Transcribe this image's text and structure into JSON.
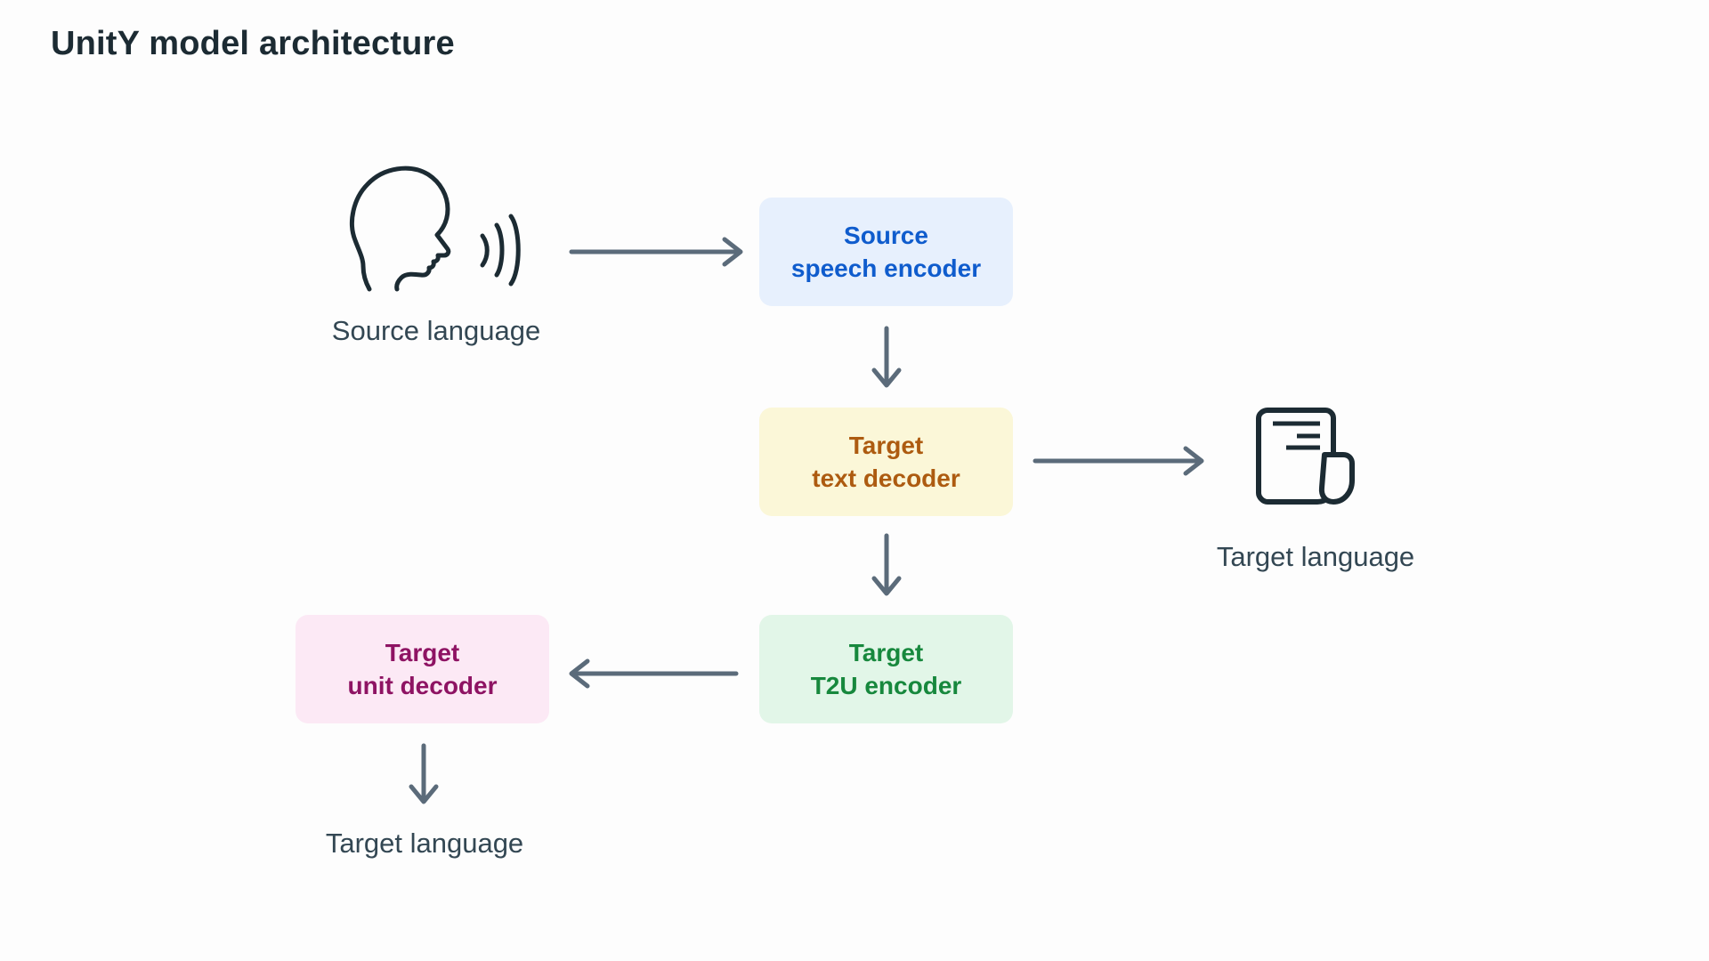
{
  "title": "UnitY model architecture",
  "page": {
    "background": "#fdfdfd",
    "title_color": "#1c2b33",
    "label_color": "#334753",
    "arrow_color": "#5b6b7a",
    "icon_color": "#1c2b33"
  },
  "nodes": {
    "source_language": {
      "label": "Source language",
      "icon": "speaking-head-icon"
    },
    "source_speech_encoder": {
      "line1": "Source",
      "line2": "speech encoder",
      "bg": "#e7f0fd",
      "text_color": "#0f5ccd"
    },
    "target_text_decoder": {
      "line1": "Target",
      "line2": "text decoder",
      "bg": "#fbf7d8",
      "text_color": "#ad5b10"
    },
    "target_t2u_encoder": {
      "line1": "Target",
      "line2": "T2U encoder",
      "bg": "#e2f6e8",
      "text_color": "#17883d"
    },
    "target_unit_decoder": {
      "line1": "Target",
      "line2": "unit decoder",
      "bg": "#fce9f5",
      "text_color": "#8e1363"
    },
    "target_language_text": {
      "label": "Target language",
      "icon": "document-icon"
    },
    "target_language_speech": {
      "label": "Target language"
    }
  },
  "edges": [
    {
      "from": "source_language",
      "to": "source_speech_encoder",
      "direction": "right"
    },
    {
      "from": "source_speech_encoder",
      "to": "target_text_decoder",
      "direction": "down"
    },
    {
      "from": "target_text_decoder",
      "to": "target_language_text",
      "direction": "right"
    },
    {
      "from": "target_text_decoder",
      "to": "target_t2u_encoder",
      "direction": "down"
    },
    {
      "from": "target_t2u_encoder",
      "to": "target_unit_decoder",
      "direction": "left"
    },
    {
      "from": "target_unit_decoder",
      "to": "target_language_speech",
      "direction": "down"
    }
  ]
}
